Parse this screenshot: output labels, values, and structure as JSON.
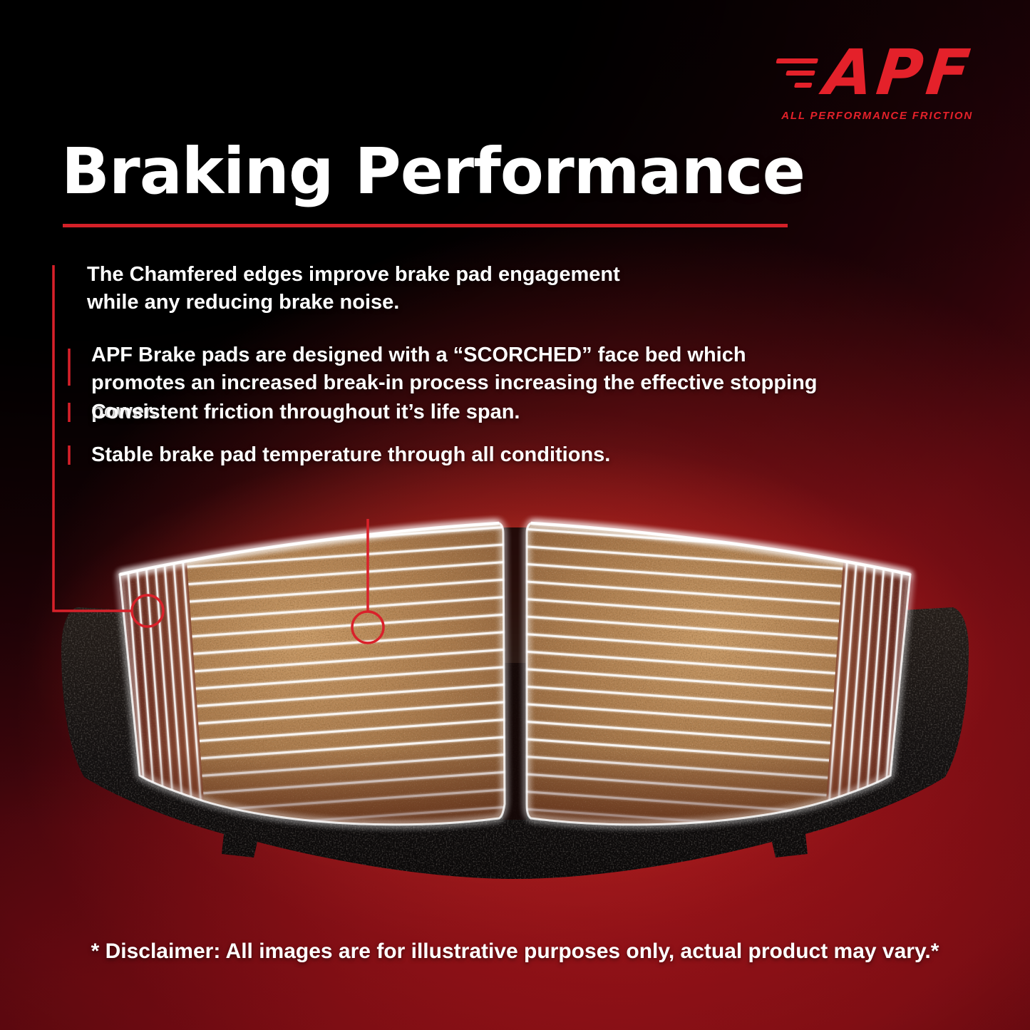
{
  "logo": {
    "brand": "APF",
    "tagline": "ALL PERFORMANCE FRICTION",
    "color": "#e4212a"
  },
  "heading": {
    "title": "Braking Performance",
    "underline_color": "#d42028"
  },
  "bullets": [
    {
      "text": "The Chamfered edges improve brake pad engagement while any reducing brake noise."
    },
    {
      "text": "APF Brake pads are designed with a “SCORCHED” face bed which promotes an increased break-in process increasing the effective stopping power."
    },
    {
      "text": "Consistent friction throughout it’s life span."
    },
    {
      "text": "Stable brake pad temperature through all conditions."
    }
  ],
  "disclaimer": "* Disclaimer: All images are for illustrative purposes only, actual product may vary.*",
  "illustration": {
    "subject": "brake-pads-annotated",
    "callouts": [
      {
        "id": "chamfered-edge"
      },
      {
        "id": "scorched-face-bed"
      }
    ]
  },
  "colors": {
    "accent_red": "#d9212a",
    "text": "#ffffff",
    "friction_material": "#ab7c4e",
    "chamfer_zone": "#6f2a22",
    "backing_plate": "#131010"
  }
}
